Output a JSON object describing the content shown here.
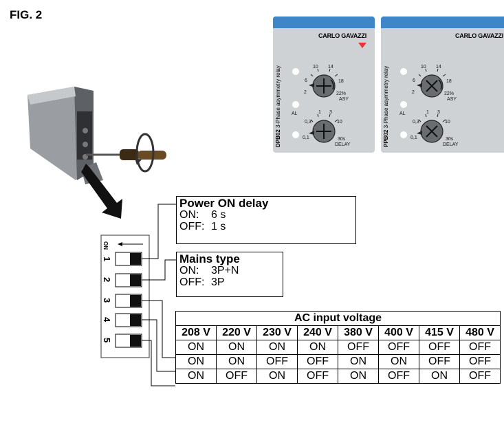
{
  "figure": {
    "label": "FIG. 2"
  },
  "panels": [
    {
      "brand": "CARLO GAVAZZI",
      "model": "DPB02",
      "desc": "3-Phase asymmetry relay",
      "asy": {
        "ticks": [
          "6",
          "10",
          "14",
          "18",
          "2",
          "22%"
        ],
        "unit": "ASY"
      },
      "delay": {
        "ticks": [
          "0,3",
          "1",
          "3",
          "10",
          "0,1",
          "30s"
        ],
        "unit": "DELAY"
      },
      "leds": [
        "AL"
      ]
    },
    {
      "brand": "CARLO GAVAZZI",
      "model": "PPB02",
      "desc": "3-Phase asymmetry relay",
      "asy": {
        "ticks": [
          "6",
          "10",
          "14",
          "18",
          "2",
          "22%"
        ],
        "unit": "ASY"
      },
      "delay": {
        "ticks": [
          "0,3",
          "1",
          "3",
          "10",
          "0,1",
          "30s"
        ],
        "unit": "DELAY"
      },
      "leds": [
        "AL"
      ]
    }
  ],
  "dip": {
    "on_label": "ON",
    "switches": [
      "1",
      "2",
      "3",
      "4",
      "5"
    ]
  },
  "power_on_delay": {
    "title": "Power ON delay",
    "on_key": "ON:",
    "on_val": "6 s",
    "off_key": "OFF:",
    "off_val": "1 s"
  },
  "mains_type": {
    "title": "Mains type",
    "on_key": "ON:",
    "on_val": "3P+N",
    "off_key": "OFF:",
    "off_val": "3P"
  },
  "voltage_table": {
    "title": "AC input voltage",
    "columns": [
      "208 V",
      "220 V",
      "230 V",
      "240 V",
      "380 V",
      "400 V",
      "415 V",
      "480 V"
    ],
    "rows": [
      [
        "ON",
        "ON",
        "ON",
        "ON",
        "OFF",
        "OFF",
        "OFF",
        "OFF"
      ],
      [
        "ON",
        "ON",
        "OFF",
        "OFF",
        "ON",
        "ON",
        "OFF",
        "OFF"
      ],
      [
        "ON",
        "OFF",
        "ON",
        "OFF",
        "ON",
        "OFF",
        "ON",
        "OFF"
      ]
    ]
  }
}
